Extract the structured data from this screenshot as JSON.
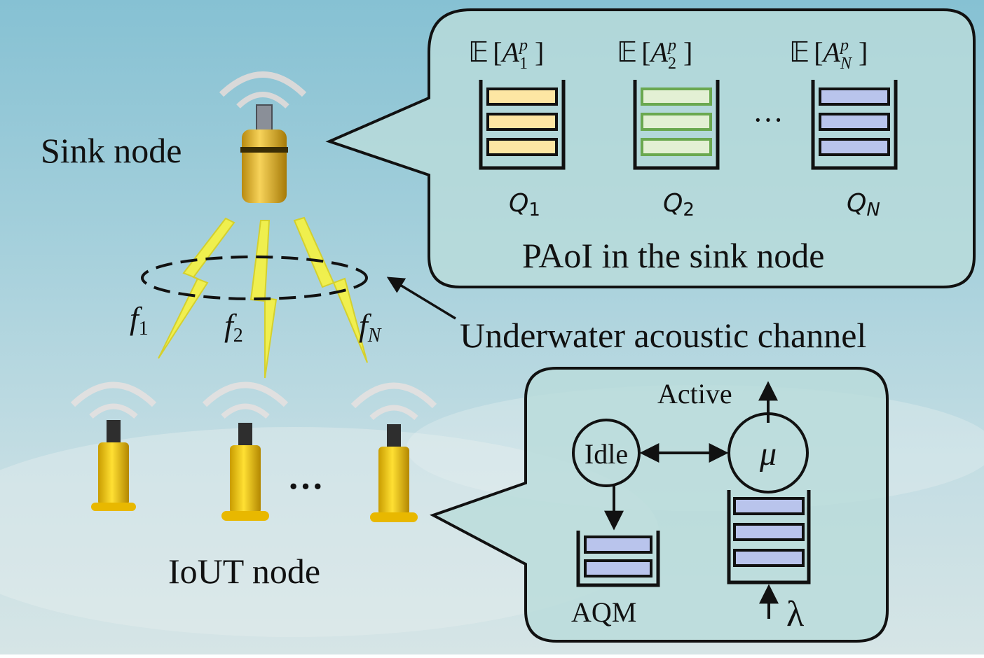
{
  "sink": {
    "label": "Sink node"
  },
  "channel": {
    "label": "Underwater acoustic channel",
    "links": [
      {
        "var": "f",
        "sub": "1"
      },
      {
        "var": "f",
        "sub": "2"
      },
      {
        "var": "f",
        "sub": "N"
      }
    ]
  },
  "paoi": {
    "caption": "PAoI in the sink node",
    "ellipsis": "···",
    "queues": [
      {
        "expect": "𝔼",
        "var": "A",
        "sup": "p",
        "sub": "1",
        "qvar": "Q",
        "qsub": "1",
        "fill": "#fde6a3",
        "stroke": "#111111"
      },
      {
        "expect": "𝔼",
        "var": "A",
        "sup": "p",
        "sub": "2",
        "qvar": "Q",
        "qsub": "2",
        "fill": "#e3f0d4",
        "stroke": "#6aa84f"
      },
      {
        "expect": "𝔼",
        "var": "A",
        "sup": "p",
        "sub": "N",
        "qvar": "Q",
        "qsub": "N",
        "fill": "#b9c4ec",
        "stroke": "#111111"
      }
    ]
  },
  "iout": {
    "label": "IoUT node",
    "ellipsis": "···"
  },
  "state": {
    "idle": "Idle",
    "mu": "μ",
    "active": "Active",
    "aqm": "AQM",
    "lambda": "λ",
    "queue_fill": "#b9c4ec"
  }
}
